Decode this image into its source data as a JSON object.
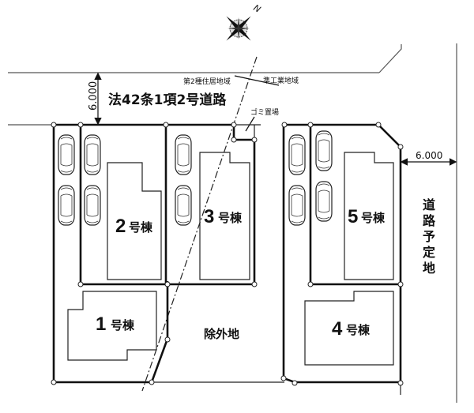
{
  "compass": {
    "icon": "compass-rose-icon",
    "north_label": "N"
  },
  "road_north": {
    "name": "法42条1項2号道路",
    "width_label": "6.000"
  },
  "road_east": {
    "name_vertical": [
      "道",
      "路",
      "予",
      "定",
      "地"
    ],
    "width_label": "6.000"
  },
  "zoning": {
    "left": "第2種住居地域",
    "right": "準工業地域"
  },
  "garbage_area": {
    "label": "ゴミ置場"
  },
  "excluded_area": {
    "label": "除外地"
  },
  "buildings": [
    {
      "number": "1",
      "suffix": "号棟"
    },
    {
      "number": "2",
      "suffix": "号棟"
    },
    {
      "number": "3",
      "suffix": "号棟"
    },
    {
      "number": "4",
      "suffix": "号棟"
    },
    {
      "number": "5",
      "suffix": "号棟"
    }
  ],
  "parking": {
    "icon": "car-icon",
    "count": 10
  },
  "colors": {
    "line": "#111111",
    "background": "#ffffff"
  }
}
